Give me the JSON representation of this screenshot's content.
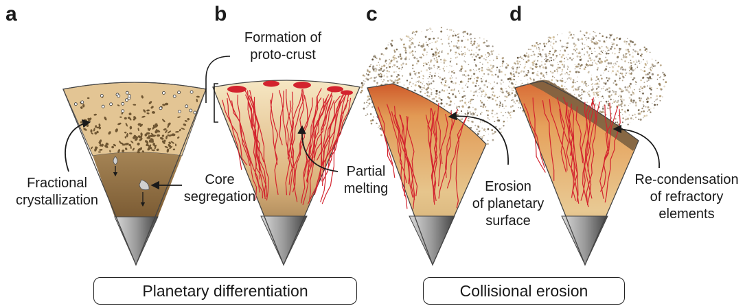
{
  "panels": {
    "a": {
      "letter": "a",
      "label_1": "Fractional",
      "label_2": "crystallization",
      "label_3": "Core",
      "label_4": "segregation"
    },
    "b": {
      "letter": "b",
      "label_1": "Formation of",
      "label_2": "proto-crust",
      "label_3": "Partial",
      "label_4": "melting"
    },
    "c": {
      "letter": "c",
      "label_1": "Erosion",
      "label_2": "of planetary",
      "label_3": "surface"
    },
    "d": {
      "letter": "d",
      "label_1": "Re-condensation",
      "label_2": "of refractory",
      "label_3": "elements"
    }
  },
  "boxes": {
    "left": "Planetary differentiation",
    "right": "Collisional erosion"
  },
  "colors": {
    "tan": "#d8b57f",
    "brown": "#8f6d3f",
    "melt_red": "#d3232e",
    "core_gray": "#8c8c8c",
    "eroded_orange": "#d9783a"
  }
}
